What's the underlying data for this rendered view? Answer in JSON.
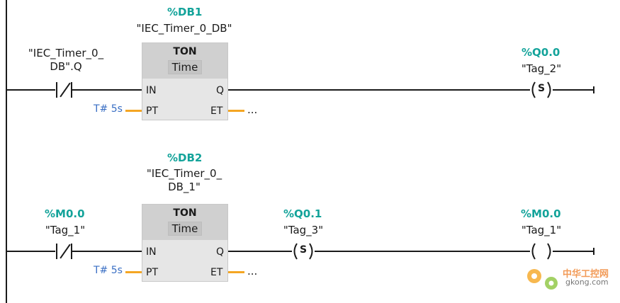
{
  "rung1": {
    "db_address": "%DB1",
    "db_name": "\"IEC_Timer_0_DB\"",
    "contact_label_line1": "\"IEC_Timer_0_",
    "contact_label_line2": "DB\".Q",
    "block_name": "TON",
    "block_type": "Time",
    "pin_in": "IN",
    "pin_pt": "PT",
    "pin_q": "Q",
    "pin_et": "ET",
    "pt_value": "T# 5s",
    "et_value": "...",
    "coil_address": "%Q0.0",
    "coil_name": "\"Tag_2\"",
    "coil_type": "S"
  },
  "rung2": {
    "db_address": "%DB2",
    "db_name_line1": "\"IEC_Timer_0_",
    "db_name_line2": "DB_1\"",
    "contact_address": "%M0.0",
    "contact_name": "\"Tag_1\"",
    "block_name": "TON",
    "block_type": "Time",
    "pin_in": "IN",
    "pin_pt": "PT",
    "pin_q": "Q",
    "pin_et": "ET",
    "pt_value": "T# 5s",
    "et_value": "...",
    "coil1_address": "%Q0.1",
    "coil1_name": "\"Tag_3\"",
    "coil1_type": "S",
    "coil2_address": "%M0.0",
    "coil2_name": "\"Tag_1\"",
    "coil2_type": ""
  },
  "watermark": {
    "text_cn": "中华工控网",
    "text_url": "gkong.com"
  },
  "colors": {
    "address": "#13a39a",
    "constant": "#3a6fc4",
    "stub": "#f5a623",
    "block_bg": "#e6e6e6",
    "block_head": "#d0d0d0"
  }
}
